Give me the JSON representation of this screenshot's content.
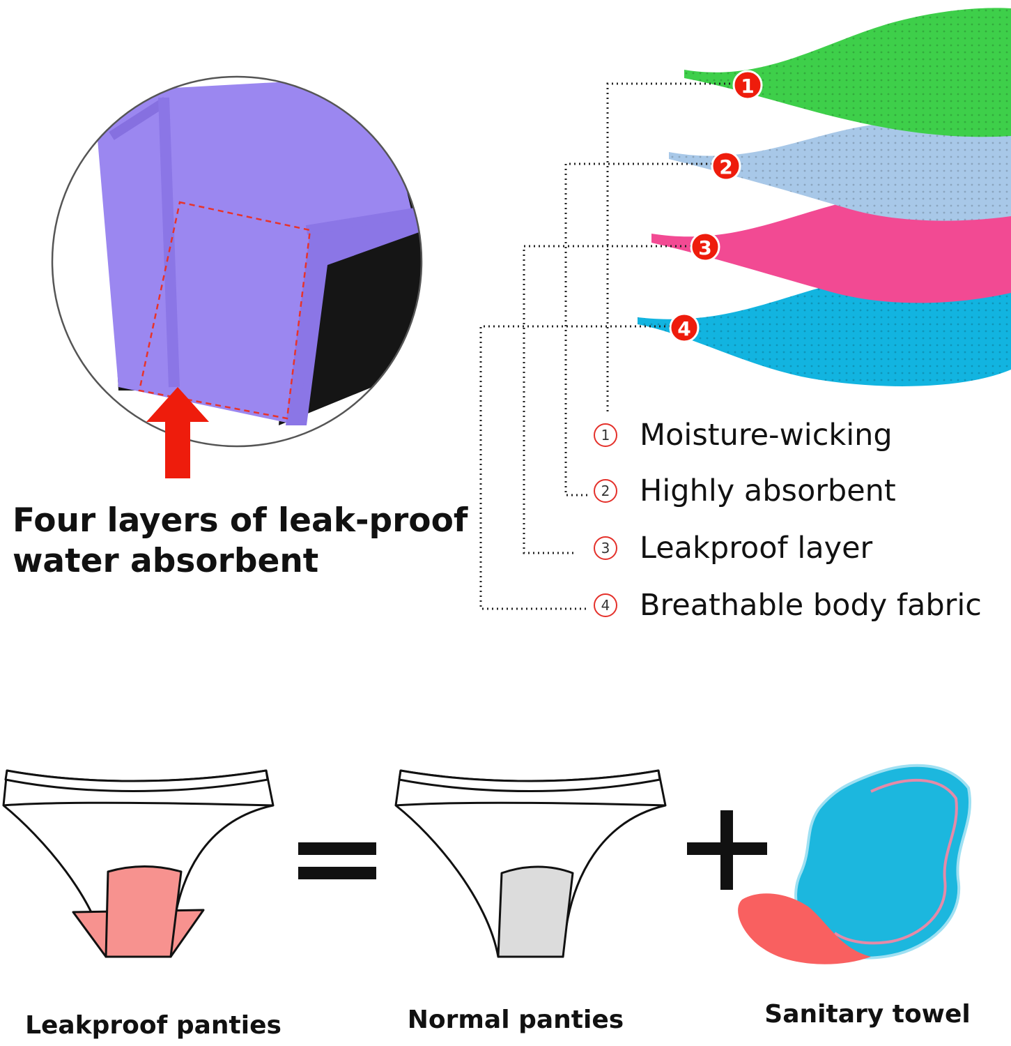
{
  "headline": {
    "line1": "Four layers of leak-proof",
    "line2": "water absorbent"
  },
  "layers": [
    {
      "number": "1",
      "label": "Moisture-wicking",
      "color": "#3ecf4a"
    },
    {
      "number": "2",
      "label": "Highly absorbent",
      "color": "#a8c8e8"
    },
    {
      "number": "3",
      "label": "Leakproof layer",
      "color": "#f24a93"
    },
    {
      "number": "4",
      "label": "Breathable body fabric",
      "color": "#12b4e0"
    }
  ],
  "markers": [
    "1",
    "2",
    "3",
    "4"
  ],
  "captions": {
    "leakproof": "Leakproof panties",
    "normal": "Normal panties",
    "towel": "Sanitary towel"
  },
  "colors": {
    "fabric": "#9b87f0",
    "accent_red": "#ee1c0c",
    "panty_pink": "#f7928f",
    "panty_gray": "#dcdcdc",
    "towel_blue": "#1cb7de",
    "towel_red": "#f96060"
  }
}
